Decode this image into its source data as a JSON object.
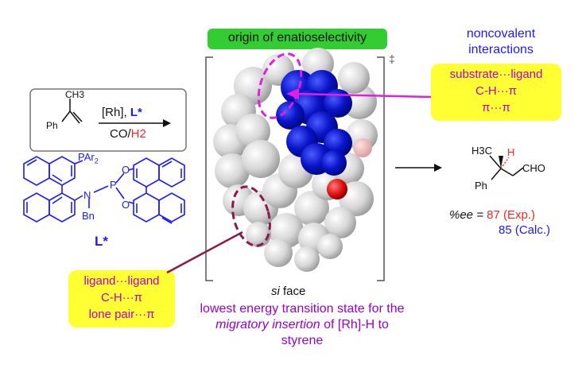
{
  "title_banner": {
    "text": "origin of enatioselectivity",
    "bg": "#33cc33"
  },
  "noncovalent": {
    "line1": "noncovalent",
    "line2": "interactions",
    "color": "#1a1aff"
  },
  "substrate_box": {
    "lines": [
      "substrate···ligand",
      "C-H···π",
      "π···π"
    ],
    "bg": "#ffff33",
    "text_color": "#c000c0"
  },
  "ligand_box": {
    "lines": [
      "ligand···ligand",
      "C-H···π",
      "lone pair···π"
    ]
  },
  "dagger": "‡",
  "reaction_box": {
    "ch3": "CH3",
    "ph": "Ph",
    "catalyst_prefix": "[Rh], ",
    "ligand_ref": "L*",
    "gas": "CO/",
    "h2": "H2"
  },
  "ligand_structure": {
    "parr": "PAr",
    "parr_sub": "2",
    "n": "N",
    "p": "P",
    "o1": "O",
    "o2": "O",
    "bn": "Bn",
    "label": "L*",
    "color": "#1a1aff"
  },
  "product": {
    "h3c": "H3C",
    "h": "H",
    "ph": "Ph",
    "cho": "CHO"
  },
  "ee": {
    "prefix": "%ee = ",
    "exp": "87 (Exp.)",
    "calc": "85 (Calc.)",
    "exp_color": "#ff2222",
    "calc_color": "#1a1aff"
  },
  "face_label": {
    "si": "si",
    "face": " face"
  },
  "caption": {
    "line1": "lowest energy transition state for the",
    "line2_italic": "migratory insertion",
    "line2_rest": " of [Rh]-H to",
    "line3": "styrene",
    "color": "#9900cc"
  },
  "colors": {
    "magenta": "#e020e0",
    "maroon": "#8b1a4a",
    "blue_surface": "#0a14c8",
    "red_surface": "#e01010"
  }
}
